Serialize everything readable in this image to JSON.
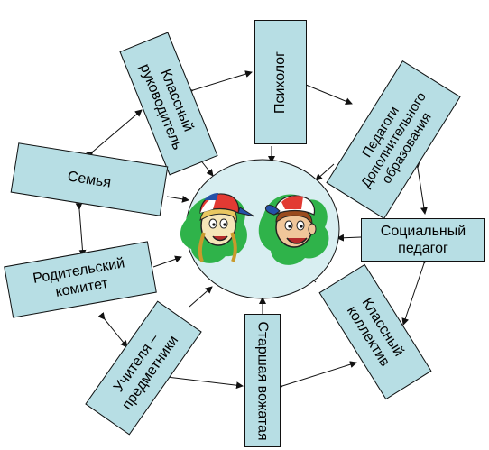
{
  "colors": {
    "box_fill": "#b7dee4",
    "center_fill": "#d8eef1",
    "border": "#111111"
  },
  "center": {
    "image": "two cartoon teenagers (girl and boy) in baseball caps",
    "icon": "students-icon"
  },
  "nodes": {
    "psychologist": "Психолог",
    "class_teacher": "Классный\nруководитель",
    "additional_ed": "Педагоги\nДополнительного\nобразования",
    "family": "Семья",
    "social_teacher": "Социальный\nпедагог",
    "parent_committee": "Родительский\nкомитет",
    "class_collective": "Классный\nколлектив",
    "subject_teachers": "Учителя –\nпредметники",
    "senior_counselor": "Старшая вожатая"
  }
}
